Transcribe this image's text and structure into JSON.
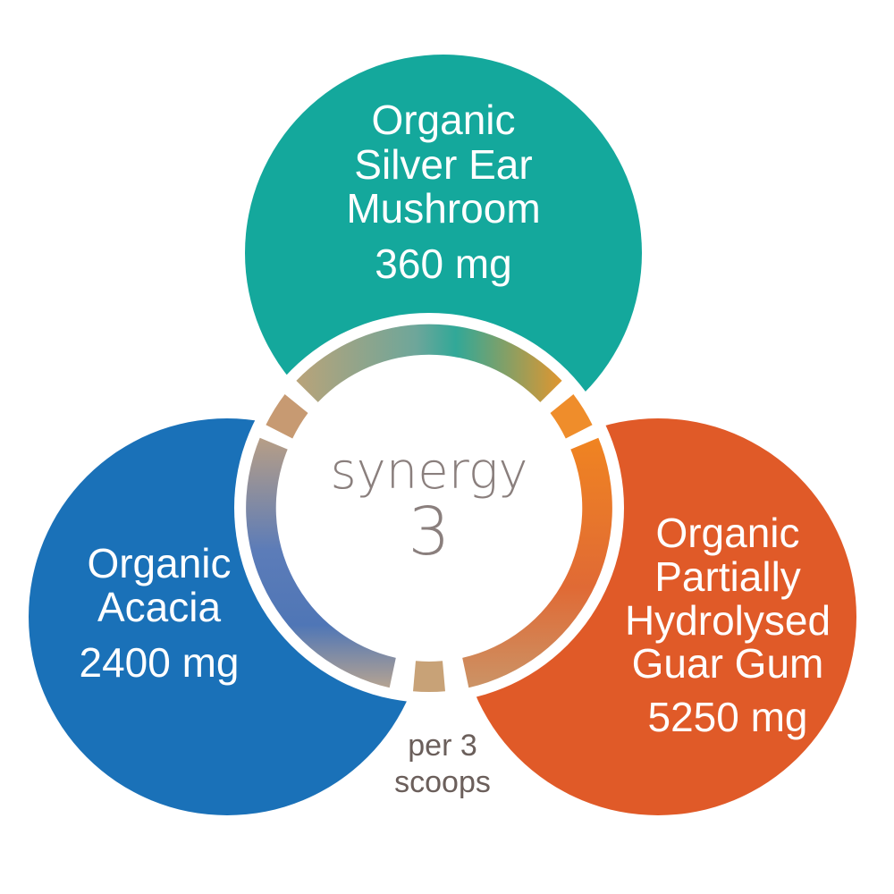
{
  "colors": {
    "teal": "#14a89c",
    "blue": "#1a71b8",
    "orange": "#e05a28",
    "ring_tan": "#c79a72",
    "ring_orange": "#ef8a2a",
    "ring_blue": "#5b78b4",
    "center_text": "#8a7f7d",
    "note_text": "#6b5f5b"
  },
  "ingredients": {
    "top": {
      "lines": [
        "Organic",
        "Silver Ear",
        "Mushroom"
      ],
      "amount": "360 mg",
      "color": "#14a89c"
    },
    "left": {
      "lines": [
        "Organic",
        "Acacia"
      ],
      "amount": "2400 mg",
      "color": "#1a71b8"
    },
    "right": {
      "lines": [
        "Organic",
        "Partially",
        "Hydrolysed",
        "Guar Gum"
      ],
      "amount": "5250 mg",
      "color": "#e05a28"
    }
  },
  "center": {
    "title": "synergy",
    "number": "3"
  },
  "serving_note": {
    "line1": "per 3",
    "line2": "scoops"
  }
}
